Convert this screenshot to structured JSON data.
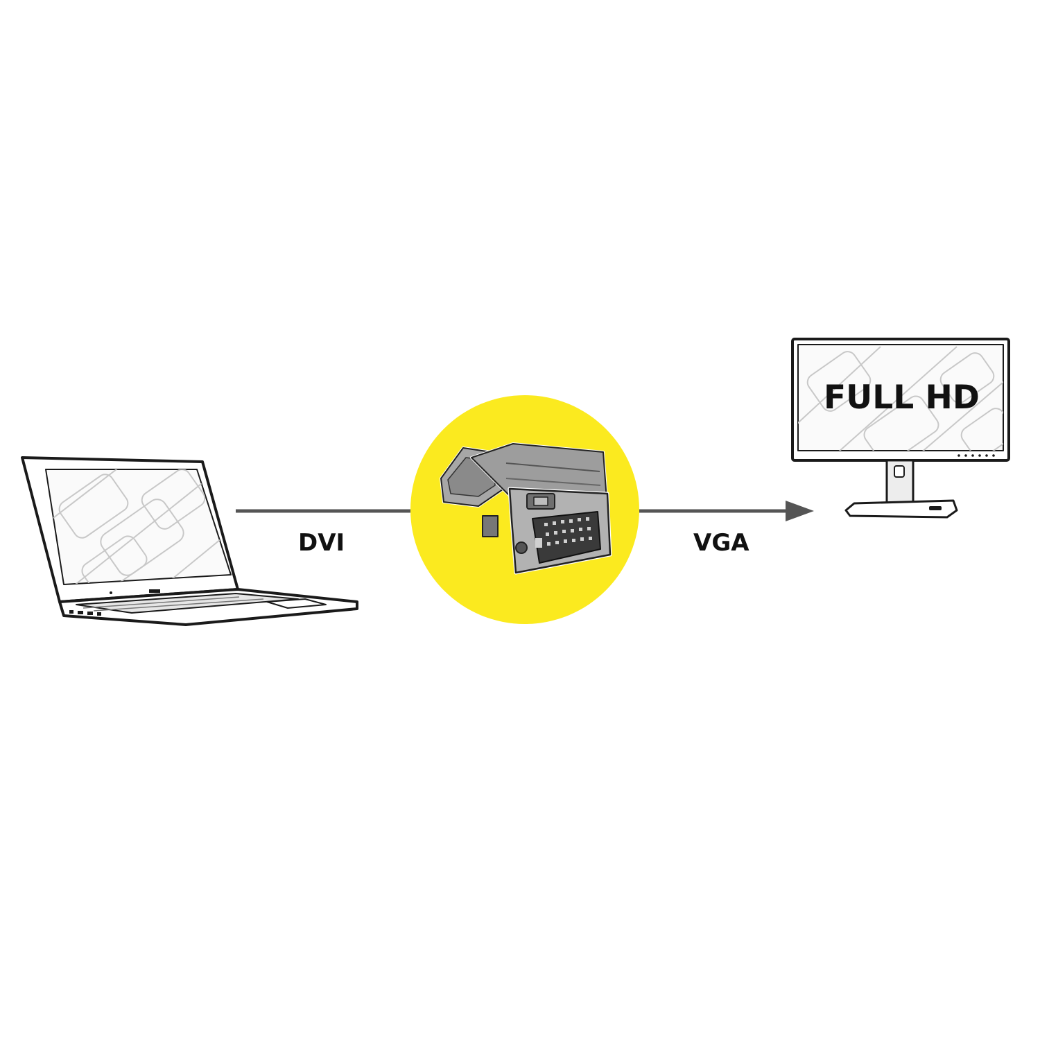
{
  "labels": {
    "input": "DVI",
    "output": "VGA",
    "screen_text": "FULL HD"
  },
  "colors": {
    "accent_circle": "#fbea1f",
    "line": "#555555",
    "ink": "#111111"
  },
  "icons": [
    "laptop-icon",
    "dvi-vga-adapter-icon",
    "monitor-icon",
    "arrow-right-icon"
  ]
}
